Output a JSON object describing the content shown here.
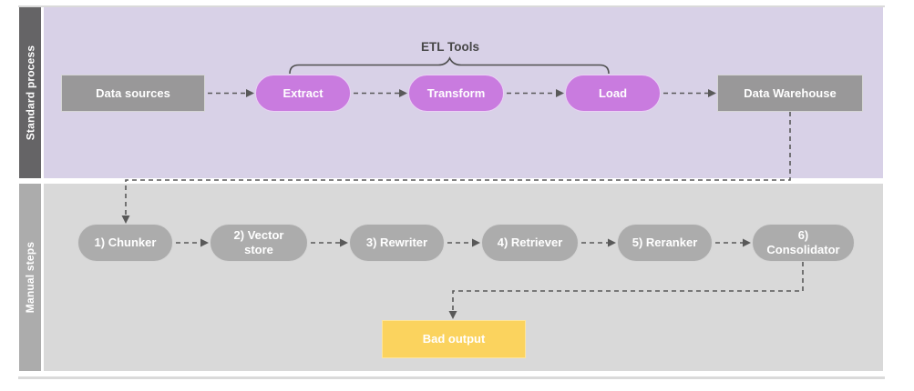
{
  "diagram": {
    "lanes": [
      {
        "label": "Standard process"
      },
      {
        "label": "Manual steps"
      }
    ],
    "annotation": {
      "etl_tools_label": "ETL Tools"
    },
    "standard_nodes": {
      "data_sources": "Data sources",
      "extract": "Extract",
      "transform": "Transform",
      "load": "Load",
      "data_warehouse": "Data Warehouse"
    },
    "manual_nodes": {
      "chunker": "1) Chunker",
      "vector_store": "2) Vector\nstore",
      "rewriter": "3) Rewriter",
      "retriever": "4) Retriever",
      "reranker": "5) Reranker",
      "consolidator": "6)\nConsolidator",
      "bad_output": "Bad output"
    },
    "colors": {
      "standard_lane_background": "#d8d1e7",
      "standard_lane_bar": "#656466",
      "manual_lane_background": "#d9d9d9",
      "manual_lane_bar": "#acacac",
      "etl_pill": "#c97bdf",
      "gray_node": "#999899",
      "manual_pill": "#acacac",
      "bad_output_box": "#fbd35e",
      "connector": "#595959"
    }
  }
}
